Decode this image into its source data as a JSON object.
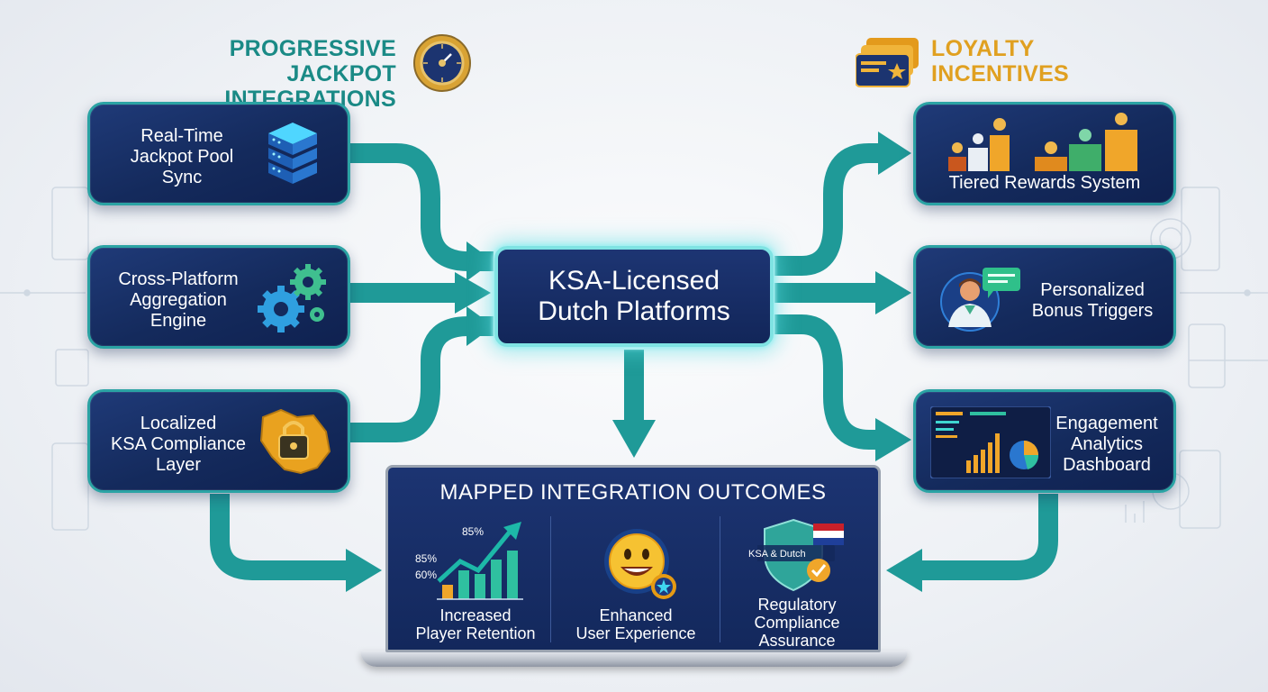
{
  "sections": {
    "jackpot_title": [
      "PROGRESSIVE JACKPOT",
      "INTEGRATIONS"
    ],
    "loyalty_title": [
      "LOYALTY",
      "INCENTIVES"
    ]
  },
  "left_cards": [
    {
      "lines": [
        "Real-Time",
        "Jackpot Pool",
        "Sync"
      ],
      "icon": "server-stack-icon"
    },
    {
      "lines": [
        "Cross-Platform",
        "Aggregation",
        "Engine"
      ],
      "icon": "gears-icon"
    },
    {
      "lines": [
        "Localized",
        "KSA Compliance",
        "Layer"
      ],
      "icon": "map-lock-icon"
    }
  ],
  "right_cards": [
    {
      "lines": [
        "Tiered Rewards System"
      ],
      "icon": "tier-podium-icon"
    },
    {
      "lines": [
        "Personalized",
        "Bonus Triggers"
      ],
      "icon": "user-chat-icon"
    },
    {
      "lines": [
        "Engagement",
        "Analytics",
        "Dashboard"
      ],
      "icon": "dashboard-icon"
    }
  ],
  "hub": {
    "lines": [
      "KSA-Licensed",
      "Dutch Platforms"
    ]
  },
  "outcomes": {
    "title": "MAPPED INTEGRATION OUTCOMES",
    "items": [
      {
        "lines": [
          "Increased",
          "Player Retention"
        ],
        "icon": "growth-chart-icon",
        "chart_labels": [
          "85%",
          "85%",
          "60%"
        ]
      },
      {
        "lines": [
          "Enhanced",
          "User Experience"
        ],
        "icon": "smiley-badge-icon"
      },
      {
        "lines": [
          "Regulatory",
          "Compliance",
          "Assurance"
        ],
        "icon": "shield-flag-icon",
        "badge_text": "KSA & Dutch"
      }
    ]
  },
  "colors": {
    "teal": "#1f9a98",
    "jackpot_title": "#1a8a86",
    "loyalty_title": "#e0a020",
    "card_bg": "#17306a",
    "card_border": "#2ba3a4"
  }
}
